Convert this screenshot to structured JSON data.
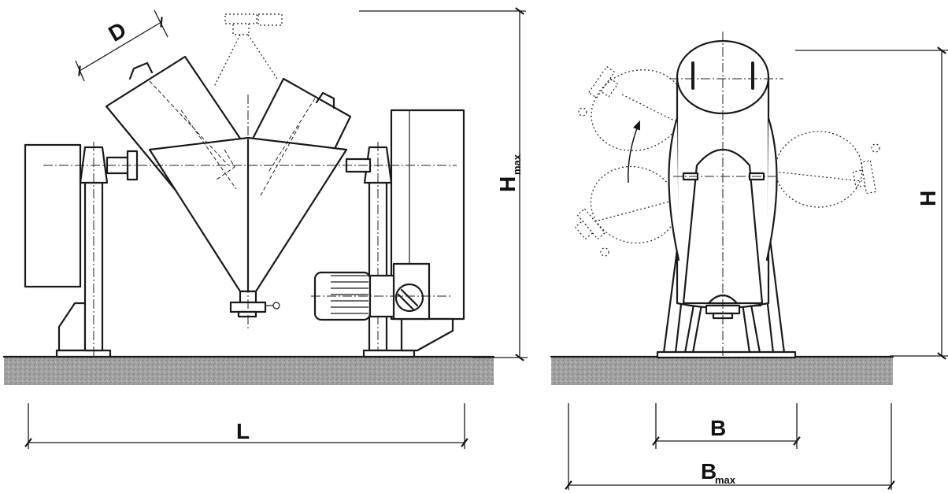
{
  "labels": {
    "D": "D",
    "L": "L",
    "Hmax_main": "H",
    "Hmax_sub": "max",
    "H": "H",
    "B": "B",
    "Bmax_main": "B",
    "Bmax_sub": "max"
  },
  "colors": {
    "line": "#1a1a1a",
    "ground": "#9a9a9a"
  }
}
